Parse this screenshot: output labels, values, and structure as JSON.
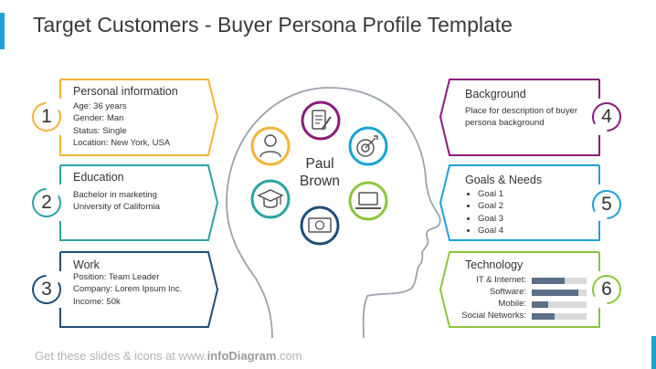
{
  "title": "Target Customers - Buyer Persona Profile Template",
  "persona_first_name": "Paul",
  "persona_last_name": "Brown",
  "footer": {
    "prefix": "Get these slides & icons at www.",
    "brand": "infoDiagram",
    "suffix": ".com"
  },
  "colors": {
    "personal": "#f5b335",
    "education": "#2aa3a3",
    "work": "#1f4e79",
    "background": "#8a1c7c",
    "goals": "#1aa3d4",
    "technology": "#8cc63f",
    "head": "#9aa3ad",
    "tech_bar_fill": "#5b6f86",
    "tech_bar_track": "#d9d9d9"
  },
  "left_boxes": [
    {
      "number": "1",
      "title": "Personal information",
      "lines": [
        "Age: 36 years",
        "Gender: Man",
        "Status: Single",
        "Location: New York, USA"
      ]
    },
    {
      "number": "2",
      "title": "Education",
      "lines": [
        "Bachelor in marketing",
        "University of California"
      ]
    },
    {
      "number": "3",
      "title": "Work",
      "lines": [
        "Position: Team Leader",
        "Company: Lorem Ipsum Inc.",
        "Income: 50k"
      ]
    }
  ],
  "right_boxes": {
    "background": {
      "number": "4",
      "title": "Background",
      "lines": [
        "Place for description of buyer",
        "persona background"
      ]
    },
    "goals": {
      "number": "5",
      "title": "Goals & Needs",
      "items": [
        "Goal 1",
        "Goal 2",
        "Goal 3",
        "Goal 4"
      ]
    },
    "technology": {
      "number": "6",
      "title": "Technology",
      "rows": [
        {
          "label": "IT & Internet:",
          "level": 0.6
        },
        {
          "label": "Software:",
          "level": 0.85
        },
        {
          "label": "Mobile:",
          "level": 0.3
        },
        {
          "label": "Social Networks:",
          "level": 0.42
        }
      ]
    }
  },
  "head_icons": [
    {
      "icon": "document-edit-icon",
      "color": "#8a1c7c"
    },
    {
      "icon": "person-icon",
      "color": "#f5b335"
    },
    {
      "icon": "target-icon",
      "color": "#1aa3d4"
    },
    {
      "icon": "graduation-cap-icon",
      "color": "#2aa3a3"
    },
    {
      "icon": "laptop-icon",
      "color": "#8cc63f"
    },
    {
      "icon": "money-icon",
      "color": "#1f4e79"
    }
  ]
}
